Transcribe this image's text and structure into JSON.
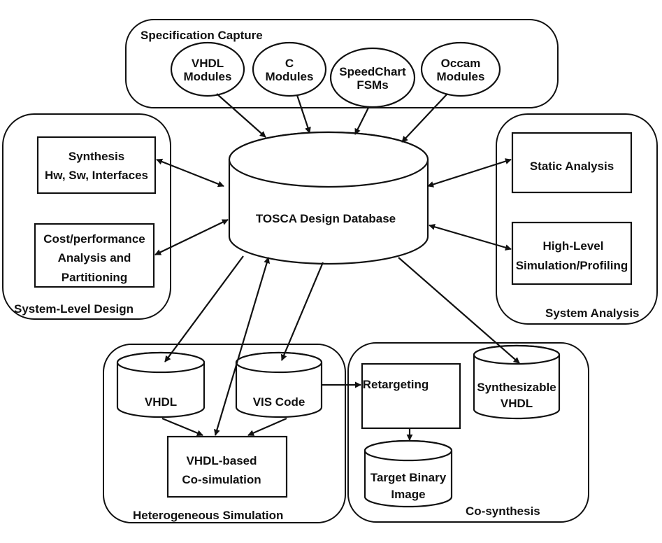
{
  "groups": {
    "spec_capture": "Specification Capture",
    "system_level": "System-Level Design",
    "system_analysis": "System Analysis",
    "hetero_sim": "Heterogeneous Simulation",
    "cosynthesis": "Co-synthesis"
  },
  "spec": {
    "vhdl": [
      "VHDL",
      "Modules"
    ],
    "c": [
      "C",
      "Modules"
    ],
    "speedchart": [
      "SpeedChart",
      "FSMs"
    ],
    "occam": [
      "Occam",
      "Modules"
    ]
  },
  "database": "TOSCA Design Database",
  "system_level": {
    "synthesis": [
      "Synthesis",
      "Hw, Sw, Interfaces"
    ],
    "cost": [
      "Cost/performance",
      "Analysis and",
      "Partitioning"
    ]
  },
  "analysis": {
    "static": "Static Analysis",
    "highlevel": [
      "High-Level",
      "Simulation/Profiling"
    ]
  },
  "hetero": {
    "vhdl": "VHDL",
    "vis": "VIS Code",
    "cosim": [
      "VHDL-based",
      "Co-simulation"
    ]
  },
  "cosyn": {
    "synth_vhdl": [
      "Synthesizable",
      "VHDL"
    ],
    "retargeting": "Retargeting",
    "binary": [
      "Target Binary",
      "Image"
    ]
  }
}
